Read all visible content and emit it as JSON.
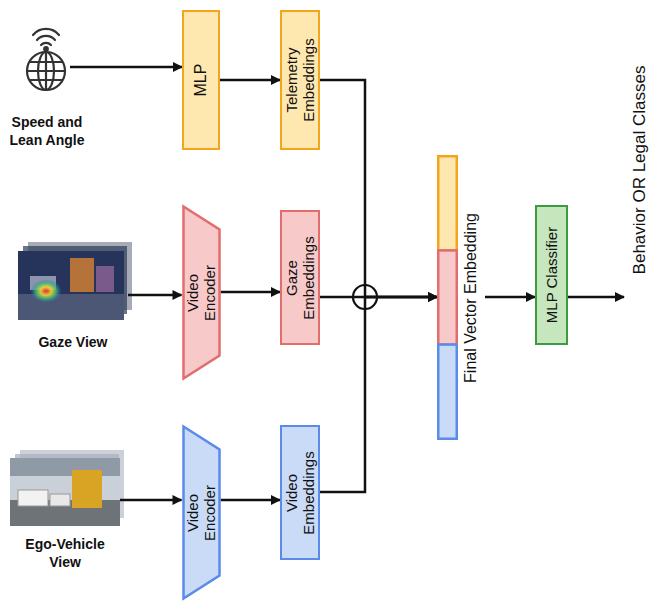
{
  "diagram": {
    "nodes": [
      {
        "text": [
          "Speed and Lean Angle"
        ]
      },
      {
        "text": [
          "MLP"
        ]
      },
      {
        "text": [
          "Telemetry Embeddings"
        ]
      },
      {
        "text": [
          "Gaze View"
        ]
      },
      {
        "text": [
          "Video Encoder"
        ]
      },
      {
        "text": [
          "Gaze Embeddings"
        ]
      },
      {
        "text": [
          "Ego-Vehicle View"
        ]
      },
      {
        "text": [
          "Video Encoder"
        ]
      },
      {
        "text": [
          "Video Embeddings"
        ]
      },
      {
        "text": [
          "Final Vector Embedding"
        ]
      },
      {
        "text": [
          "MLP Classifier"
        ]
      }
    ],
    "edges": [
      {
        "from": 0,
        "to": 1,
        "arrow": "to"
      },
      {
        "from": 1,
        "to": 2,
        "arrow": "to"
      },
      {
        "from": 3,
        "to": 4,
        "arrow": "to"
      },
      {
        "from": 4,
        "to": 5,
        "arrow": "to"
      },
      {
        "from": 6,
        "to": 7,
        "arrow": "to"
      },
      {
        "from": 7,
        "to": 8,
        "arrow": "to"
      },
      {
        "from": 2,
        "to": 9,
        "arrow": "to"
      },
      {
        "from": 5,
        "to": 9,
        "arrow": "to"
      },
      {
        "from": 8,
        "to": 9,
        "arrow": "to"
      },
      {
        "from": 9,
        "to": 10,
        "arrow": "to"
      }
    ],
    "labels": [
      "Behavior OR Legal Classes"
    ]
  }
}
